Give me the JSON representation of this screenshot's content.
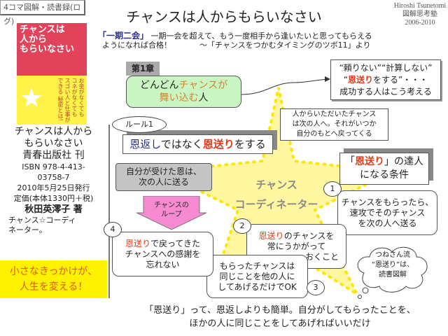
{
  "tag_label": "4コマ図解・読書録(ログ)",
  "title": "チャンスは人からもらいなさい",
  "author_credit": {
    "name": "Hiroshi Tsunetomi",
    "org": "図解思考塾",
    "years": "2006-2010"
  },
  "cover": {
    "title_lines": [
      "チャンスは",
      "人から",
      "もらいなさい"
    ],
    "tagline": "お金がなくても コネがなくても スゴい人と仕事ができる 秘密とは!"
  },
  "intro": {
    "highlight": "「一期二会」",
    "line1": "一期一会を超えて、もう一度相手から逢いたいと思ってもらえる",
    "line2": "ようになれば合格！",
    "source": "～「チャンスをつかむタイミングのツボ11」より"
  },
  "book_info": {
    "title1": "チャンスは人から",
    "title2": "もらいなさい",
    "publisher": "青春出版社 刊",
    "isbn1": "ISBN 978-4-413-",
    "isbn2": "03758-7",
    "date": "2010年5月25日発行",
    "price": "定価(本体1330円＋税)",
    "author": "秋田英澪子 著",
    "author_desc1": "チャンス☆コーディ",
    "author_desc2": "ネーター。",
    "catch1": "小さなきっかけが、",
    "catch2": "人生を変える！"
  },
  "chapter": {
    "label": "第1章",
    "text_a": "どんどん",
    "text_b": "チャンスが",
    "text_c": "舞い込む",
    "text_d": "人"
  },
  "callout_top": {
    "line1": "“頼りない”“計算しない”",
    "line2a": "“",
    "line2b": "恩送り",
    "line2c": "をする”・・・",
    "line3": "成功する人はこう考える"
  },
  "callout_mid": {
    "line1": "人からいただいたチャンス",
    "line2": "は次の人へ。それがいつか",
    "line3": "自分のもとへ戻ってくる"
  },
  "rule": {
    "badge": "ルール1",
    "a": "恩返し",
    "b": "ではなく",
    "c": "恩送り",
    "d": "をする"
  },
  "scroll": {
    "line1": "自分が受けた恩は、",
    "line2": "次の人に送る"
  },
  "loop_arrow": {
    "line1": "チャンスの",
    "line2": "ループ"
  },
  "center": {
    "line1": "チャンス",
    "line2": "コーディネーター"
  },
  "master": {
    "a": "「",
    "b": "恩送り",
    "c": "」の達人",
    "line2": "になる条件"
  },
  "steps": [
    {
      "num": "1",
      "line1": "チャンスをもらったら、",
      "line2": "速攻でそのチャンス",
      "line3": "を次の人へ送る"
    },
    {
      "num": "2",
      "hl": "恩送り",
      "line1": "のチャンスを",
      "line2": "常にうかがって",
      "line3": "おくこと"
    },
    {
      "num": "3",
      "line1": "もらったチャンスは",
      "line2": "同じことを他の人に",
      "line3": "してあげるだけでOK"
    },
    {
      "num": "4",
      "hl": "恩送り",
      "line1": "で戻ってきた",
      "line2": "チャンスへの感謝を",
      "line3": "忘れない"
    }
  ],
  "cloud": {
    "line1": "つねさん流",
    "line2": "“恩送り”は、",
    "line3": "読書図解"
  },
  "bottom": {
    "line1": "「恩送り」って、恩返しよりも簡単。自分がしてもらったことを、",
    "line2": "ほかの人に同じことをしてあげればいいだけ"
  }
}
